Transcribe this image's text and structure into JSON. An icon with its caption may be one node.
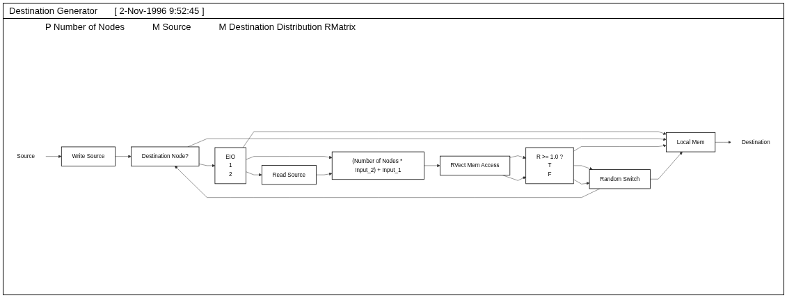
{
  "diagram": {
    "title": "Destination Generator",
    "nodes": [
      {
        "text": [
          "Source"
        ]
      },
      {
        "text": [
          "Write Source"
        ]
      },
      {
        "text": [
          "Destination Node?"
        ]
      },
      {
        "text": [
          "EIO",
          "1",
          "2"
        ]
      },
      {
        "text": [
          "Local Mem"
        ]
      },
      {
        "text": [
          "Destination"
        ]
      },
      {
        "text": [
          "Read Source"
        ]
      },
      {
        "text": [
          "(Number of Nodes * Input_2) + Input_1"
        ]
      },
      {
        "text": [
          "RVect Mem Access"
        ]
      },
      {
        "text": [
          "R >= 1.0 ?",
          "T",
          "F"
        ]
      },
      {
        "text": [
          "Random Switch"
        ]
      }
    ],
    "edges": [
      {
        "from": 0,
        "to": 1,
        "arrow": "to"
      },
      {
        "from": 1,
        "to": 2,
        "arrow": "to"
      },
      {
        "from": 2,
        "to": 3,
        "arrow": "to"
      },
      {
        "from": 3,
        "to": 4,
        "arrow": "to"
      },
      {
        "from": 4,
        "to": 5,
        "arrow": "to"
      },
      {
        "from": 2,
        "to": 4,
        "arrow": "to"
      },
      {
        "from": 10,
        "to": 2,
        "arrow": "to"
      },
      {
        "from": 3,
        "to": 6,
        "arrow": "to"
      },
      {
        "from": 3,
        "to": 7,
        "arrow": "to"
      },
      {
        "from": 6,
        "to": 7,
        "arrow": "to"
      },
      {
        "from": 7,
        "to": 8,
        "arrow": "to"
      },
      {
        "from": 8,
        "to": 9,
        "arrow": "to"
      },
      {
        "from": 8,
        "to": 9,
        "arrow": "to"
      },
      {
        "from": 9,
        "to": 4,
        "arrow": "to"
      },
      {
        "from": 9,
        "to": 10,
        "arrow": "to"
      },
      {
        "from": 9,
        "to": 10,
        "arrow": "to"
      },
      {
        "from": 10,
        "to": 4,
        "arrow": "to"
      }
    ],
    "labels": [
      "[ 2-Nov-1996 9:52:45 ]",
      "P Number of Nodes",
      "M Source",
      "M Destination Distribution RMatrix"
    ]
  }
}
